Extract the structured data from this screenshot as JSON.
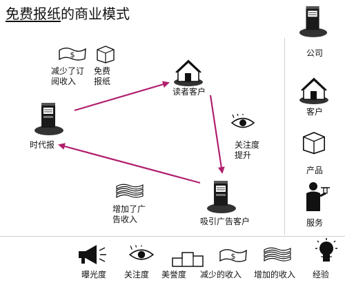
{
  "title": {
    "prefix": "免费报纸",
    "suffix": "的商业模式"
  },
  "diagram": {
    "nodes": [
      {
        "label": "时代报",
        "icon": "newspaper-box-icon"
      },
      {
        "label": "读者客户",
        "icon": "house-icon"
      },
      {
        "label": "吸引广告客户",
        "icon": "newspaper-box-icon"
      }
    ],
    "annotations": {
      "benefit_left": "减少了订阅收入",
      "benefit_right": "免费报纸",
      "attention": "关注度提升",
      "revenue": "增加了广告收入"
    }
  },
  "legend_side": [
    {
      "label": "公司",
      "icon": "newspaper-box-icon"
    },
    {
      "label": "客户",
      "icon": "house-icon"
    },
    {
      "label": "产品",
      "icon": "box-icon"
    },
    {
      "label": "服务",
      "icon": "waiter-icon"
    }
  ],
  "legend_bottom": [
    {
      "label": "曝光度",
      "icon": "megaphone-icon"
    },
    {
      "label": "关注度",
      "icon": "eye-icon"
    },
    {
      "label": "美誉度",
      "icon": "podium-icon"
    },
    {
      "label": "减少的收入",
      "icon": "money-single-icon"
    },
    {
      "label": "增加的收入",
      "icon": "money-stack-icon"
    },
    {
      "label": "经验",
      "icon": "lightbulb-icon"
    }
  ],
  "colors": {
    "arrow": "#b01e6e",
    "ink": "#111111",
    "panel_line": "#cfcfcf"
  }
}
